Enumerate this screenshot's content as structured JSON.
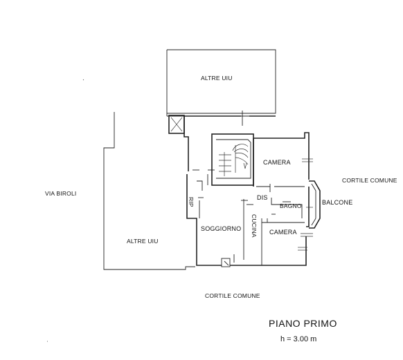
{
  "labels": {
    "altre_uiu_top": "ALTRE UIU",
    "altre_uiu_left": "ALTRE UIU",
    "via": "VIA BIROLI",
    "cortile_right": "CORTILE COMUNE",
    "cortile_bottom": "CORTILE COMUNE",
    "camera_top": "CAMERA",
    "camera_bottom": "CAMERA",
    "dis": "DIS",
    "bagno": "BAGNO",
    "balcone": "BALCONE",
    "soggiorno": "SOGGIORNO",
    "cucina": "CUCINA",
    "rip": "RIP"
  },
  "title": {
    "floor": "PIANO PRIMO",
    "height": "h = 3.00 m"
  }
}
